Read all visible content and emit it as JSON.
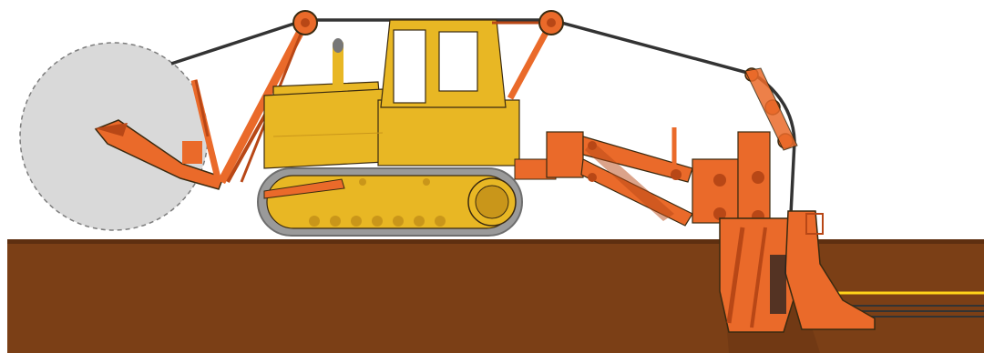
{
  "diagram": {
    "subject": "cable-plough-machine",
    "colors": {
      "background": "#ffffff",
      "ground": "#7b3f16",
      "ground_shadow": "#5e2f10",
      "body": "#e8b724",
      "body_dark": "#c9961a",
      "cab_glass": "#ffffff",
      "arm": "#ea6a2a",
      "arm_dark": "#b84716",
      "track": "#9a9a9a",
      "track_dark": "#6e6e6e",
      "counterweight": "#d9d9d9",
      "cable": "#333333",
      "cable_yellow": "#ffd21a"
    },
    "parts": [
      "counterweight-disk",
      "tracked-tractor",
      "operator-cab",
      "exhaust-stack",
      "rear-boom",
      "pulley-system",
      "front-linkage",
      "plough-blade",
      "buried-cables"
    ]
  }
}
